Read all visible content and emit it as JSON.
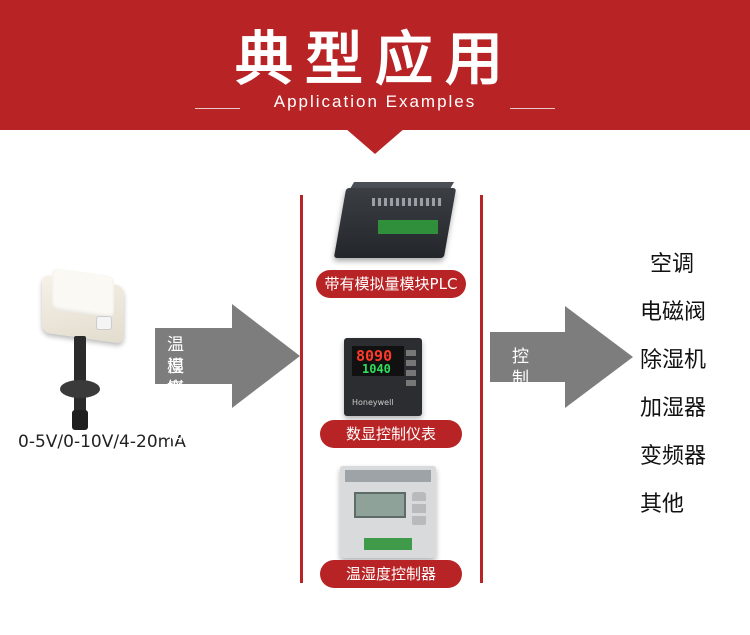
{
  "header": {
    "title": "典型应用",
    "subtitle": "Application Examples"
  },
  "sensor": {
    "output_label": "0-5V/0-10V/4-20mA",
    "icon": "duct-humidity-sensor-icon"
  },
  "arrow_left": {
    "line1": "温湿度",
    "line2": "模拟量信号"
  },
  "devices": [
    {
      "label": "带有模拟量模块PLC",
      "icon": "plc-module-icon"
    },
    {
      "label": "数显控制仪表",
      "icon": "digital-controller-icon",
      "pv": "8090",
      "sv": "1040",
      "brand": "Honeywell"
    },
    {
      "label": "温湿度控制器",
      "icon": "humidity-controller-icon"
    }
  ],
  "arrow_right": {
    "label": "控制信号"
  },
  "applications": [
    "空调",
    "电磁阀",
    "除湿机",
    "加湿器",
    "变频器",
    "其他"
  ],
  "colors": {
    "brand_red": "#b82425",
    "arrow_gray": "#7d7d7d"
  }
}
